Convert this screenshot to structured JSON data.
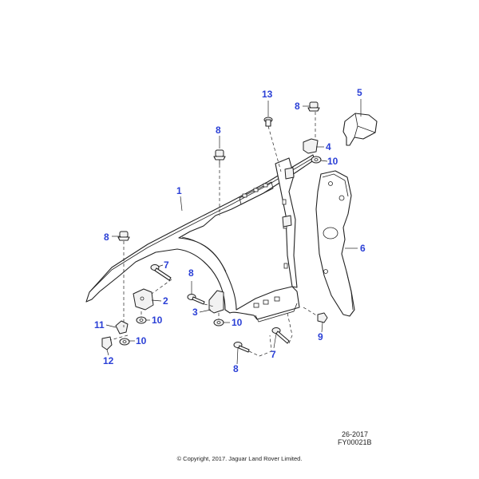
{
  "callouts": {
    "c1": "1",
    "c2": "2",
    "c3": "3",
    "c4": "4",
    "c5": "5",
    "c6": "6",
    "c7a": "7",
    "c7b": "7",
    "c8a": "8",
    "c8b": "8",
    "c8c": "8",
    "c8d": "8",
    "c8e": "8",
    "c9": "9",
    "c10a": "10",
    "c10b": "10",
    "c10c": "10",
    "c10d": "10",
    "c11": "11",
    "c12": "12",
    "c13": "13"
  },
  "footer": {
    "ref_line1": "26-2017",
    "ref_line2": "FY00021B",
    "copyright": "© Copyright, 2017. Jaguar Land Rover Limited."
  },
  "colors": {
    "callout": "#2a3fd6",
    "line": "#222222"
  }
}
